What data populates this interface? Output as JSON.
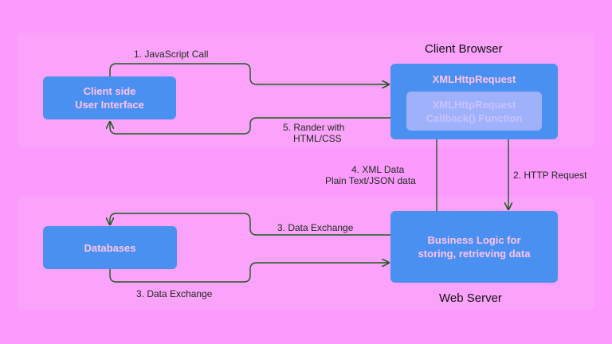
{
  "diagram": {
    "client_browser_title": "Client Browser",
    "web_server_title": "Web Server",
    "nodes": {
      "client_ui": "Client side\nUser Interface",
      "xhr": "XMLHttpRequest",
      "xhr_callback": "XMLHttpRequest\nCallback() Function",
      "databases": "Databases",
      "business_logic": "Business Logic for\nstoring, retrieving data"
    },
    "edges": {
      "js_call": "1. JavaScript Call",
      "http_request": "2. HTTP Request",
      "data_exchange_top": "3. Data Exchange",
      "data_exchange_bottom": "3. Data Exchange",
      "xml_data_line1": "4. XML Data",
      "xml_data_line2": "Plain Text/JSON data",
      "render_line1": "5. Rander with",
      "render_line2": "HTML/CSS"
    },
    "colors": {
      "background": "#fd9afd",
      "panel": "#fba3fa",
      "box": "#4a90f0",
      "box_text": "#ffc2f2",
      "arrow": "#1e5a1e"
    }
  }
}
